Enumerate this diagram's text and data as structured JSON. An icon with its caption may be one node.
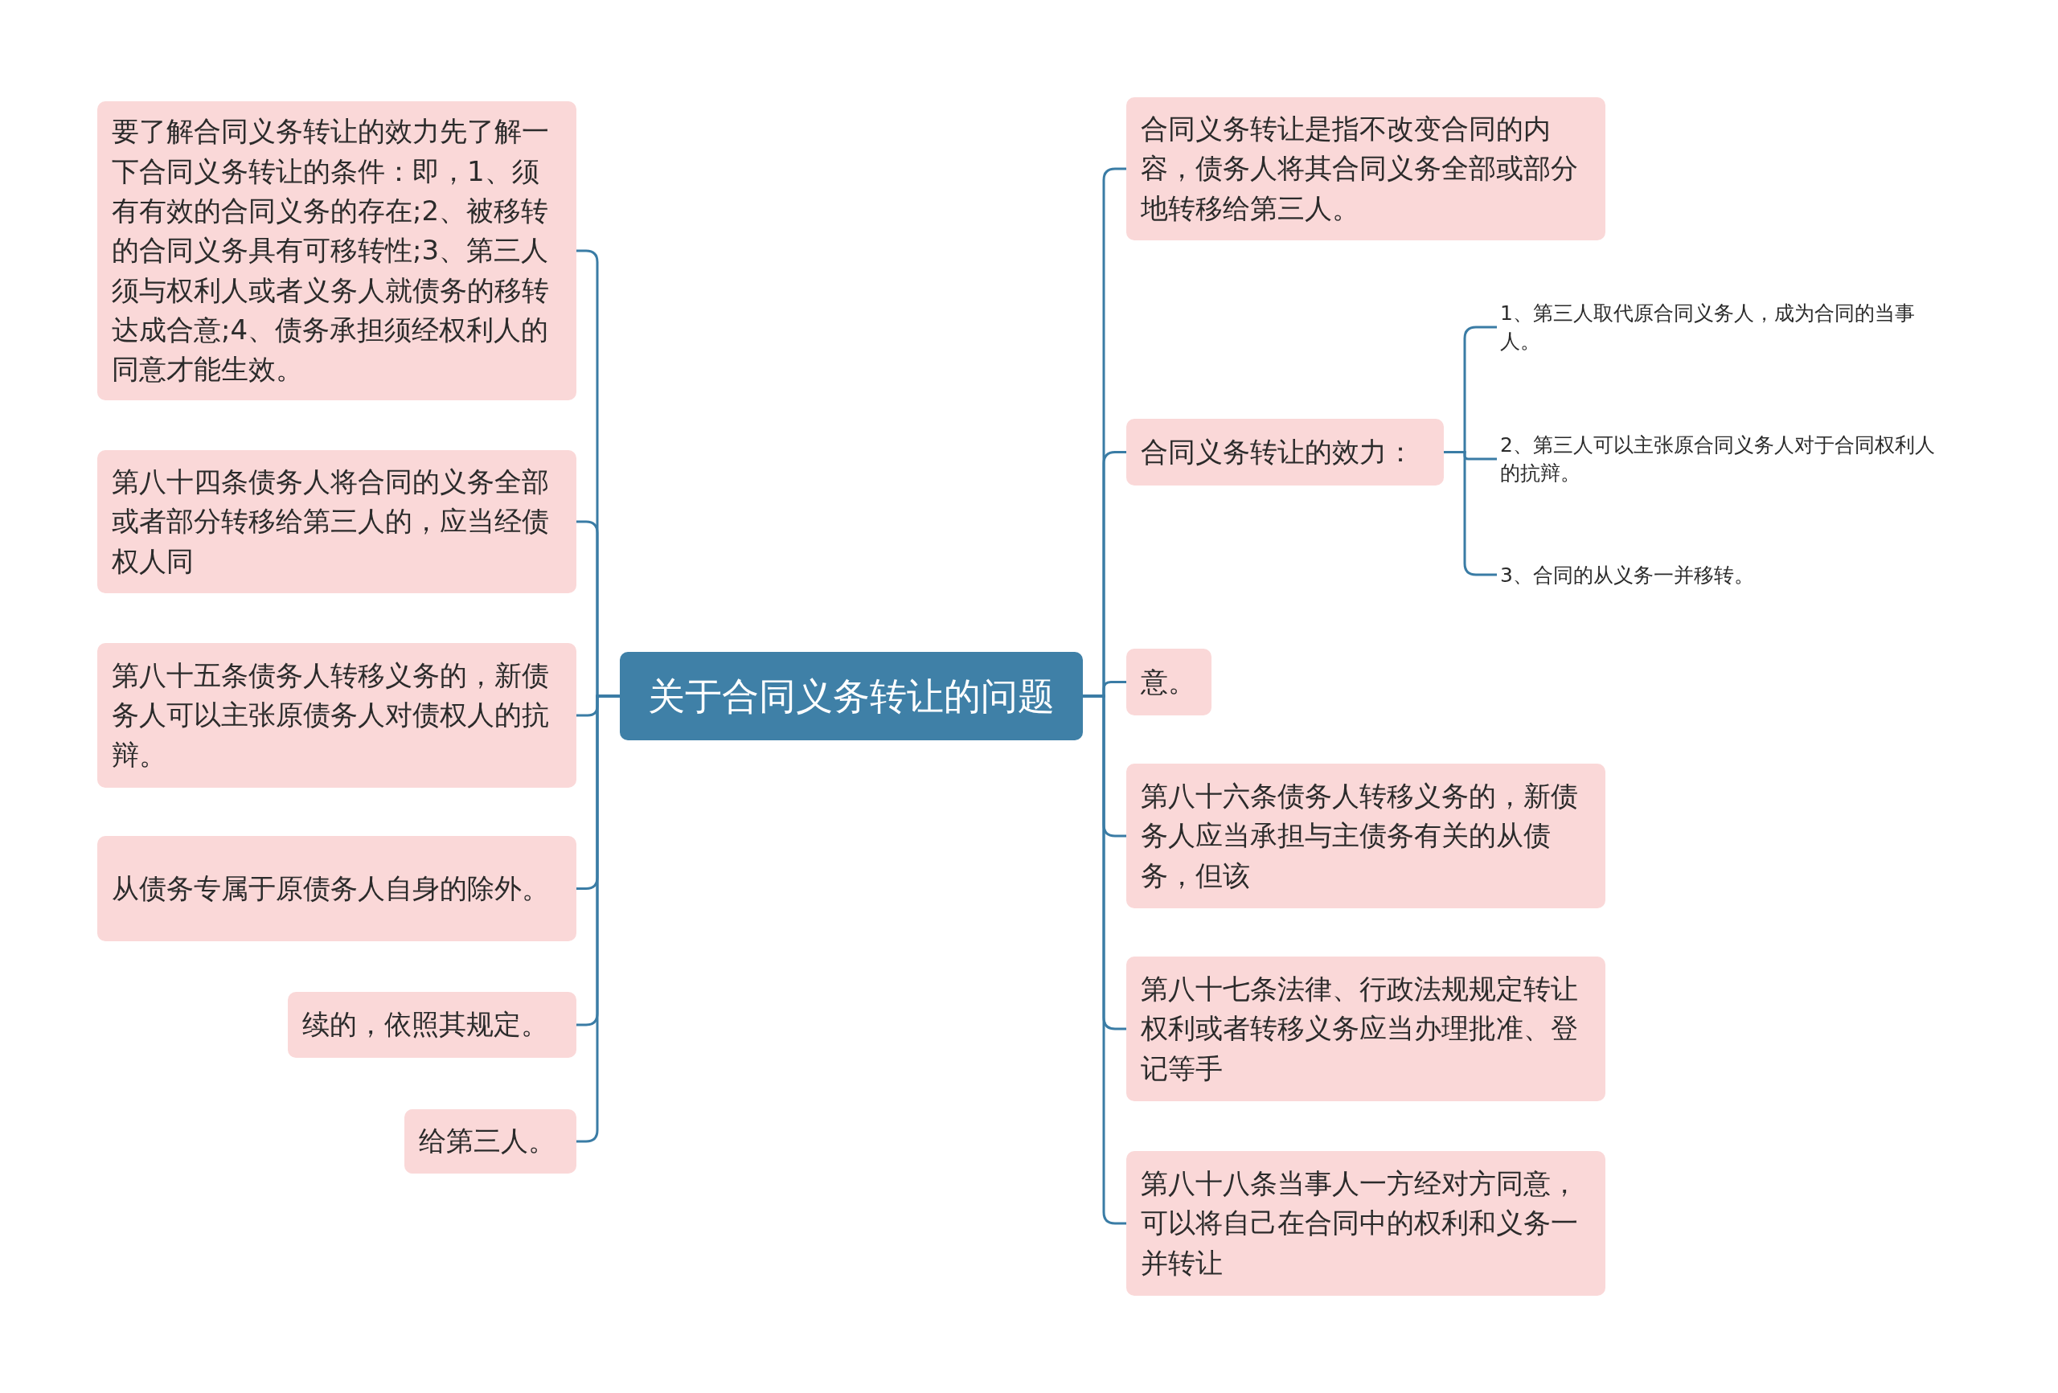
{
  "diagram": {
    "nodes": [
      {
        "text": [
          "关于合同义务转让的问题"
        ]
      },
      {
        "text": [
          "要了解合同义务转让的效力先了解一下合同义务转让的条件：即，1、须有有效的合同义务的存在;2、被移转的合同义务具有可移转性;3、第三人须与权利人或者义务人就债务的移转达成合意;4、债务承担须经权利人的同意才能生效。"
        ]
      },
      {
        "text": [
          "第八十四条债务人将合同的义务全部或者部分转移给第三人的，应当经债权人同"
        ]
      },
      {
        "text": [
          "第八十五条债务人转移义务的，新债务人可以主张原债务人对债权人的抗辩。"
        ]
      },
      {
        "text": [
          "从债务专属于原债务人自身的除外。"
        ]
      },
      {
        "text": [
          "续的，依照其规定。"
        ]
      },
      {
        "text": [
          "给第三人。"
        ]
      },
      {
        "text": [
          "合同义务转让是指不改变合同的内容，债务人将其合同义务全部或部分地转移给第三人。"
        ]
      },
      {
        "text": [
          "合同义务转让的效力："
        ]
      },
      {
        "text": [
          "1、第三人取代原合同义务人，成为合同的当事人。"
        ]
      },
      {
        "text": [
          "2、第三人可以主张原合同义务人对于合同权利人的抗辩。"
        ]
      },
      {
        "text": [
          "3、合同的从义务一并移转。"
        ]
      },
      {
        "text": [
          "意。"
        ]
      },
      {
        "text": [
          "第八十六条债务人转移义务的，新债务人应当承担与主债务有关的从债务，但该"
        ]
      },
      {
        "text": [
          "第八十七条法律、行政法规规定转让权利或者转移义务应当办理批准、登记等手"
        ]
      },
      {
        "text": [
          "第八十八条当事人一方经对方同意，可以将自己在合同中的权利和义务一并转让"
        ]
      }
    ],
    "edges": [
      {
        "from": 0,
        "to": 1,
        "arrow": "none"
      },
      {
        "from": 0,
        "to": 2,
        "arrow": "none"
      },
      {
        "from": 0,
        "to": 3,
        "arrow": "none"
      },
      {
        "from": 0,
        "to": 4,
        "arrow": "none"
      },
      {
        "from": 0,
        "to": 5,
        "arrow": "none"
      },
      {
        "from": 0,
        "to": 6,
        "arrow": "none"
      },
      {
        "from": 0,
        "to": 7,
        "arrow": "none"
      },
      {
        "from": 0,
        "to": 8,
        "arrow": "none"
      },
      {
        "from": 8,
        "to": 9,
        "arrow": "none"
      },
      {
        "from": 8,
        "to": 10,
        "arrow": "none"
      },
      {
        "from": 8,
        "to": 11,
        "arrow": "none"
      },
      {
        "from": 0,
        "to": 12,
        "arrow": "none"
      },
      {
        "from": 0,
        "to": 13,
        "arrow": "none"
      },
      {
        "from": 0,
        "to": 14,
        "arrow": "none"
      },
      {
        "from": 0,
        "to": 15,
        "arrow": "none"
      }
    ]
  }
}
